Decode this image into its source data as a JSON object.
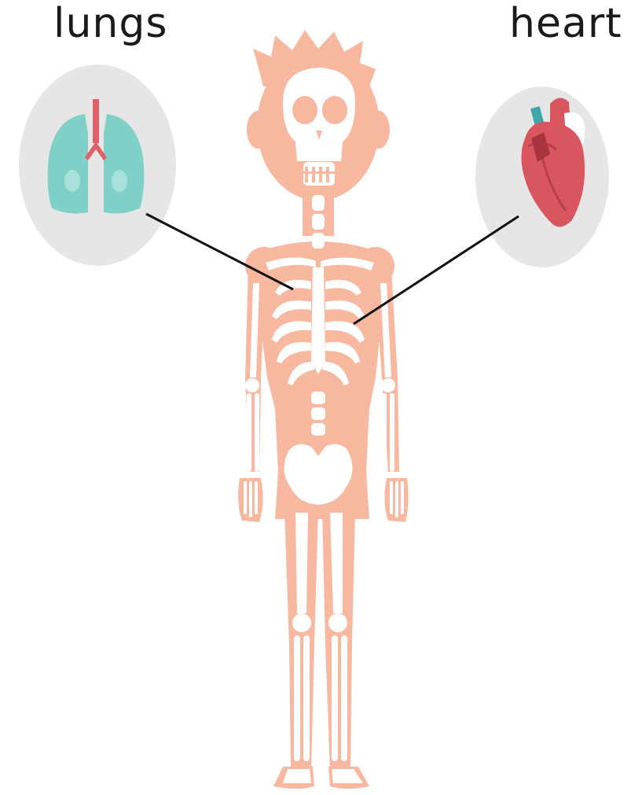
{
  "labels": {
    "lungs": "lungs",
    "heart": "heart"
  },
  "colors": {
    "background": "#ffffff",
    "body": "#f8b79f",
    "bone": "#ffffff",
    "organ_circle": "#e6e6e6",
    "lungs": "#7fd1c7",
    "trachea": "#e0606a",
    "heart": "#d9555f",
    "leader_line": "#111111"
  },
  "icons": {
    "figure": "skeleton-figure",
    "lungs": "lungs-icon",
    "heart": "heart-icon"
  }
}
